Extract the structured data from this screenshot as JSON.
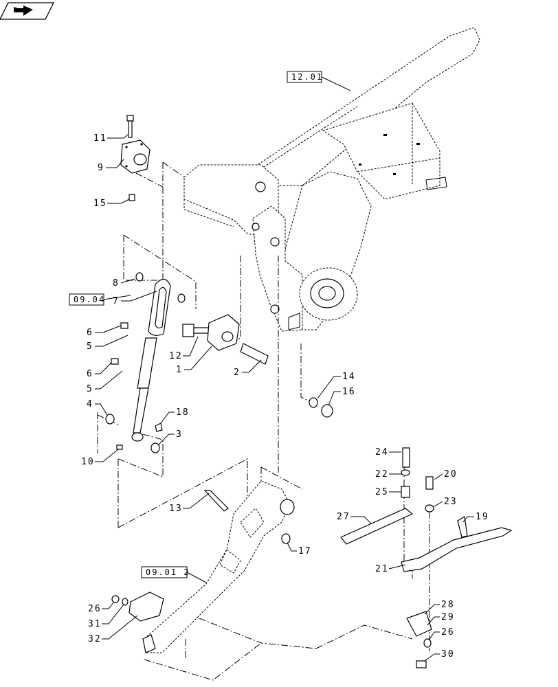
{
  "nav": {
    "icon": "back-arrow-icon"
  },
  "callouts": [
    {
      "id": "c11",
      "text": "11"
    },
    {
      "id": "c9",
      "text": "9"
    },
    {
      "id": "c15",
      "text": "15"
    },
    {
      "id": "c8",
      "text": "8"
    },
    {
      "id": "c7",
      "text": "7"
    },
    {
      "id": "c6a",
      "text": "6"
    },
    {
      "id": "c5a",
      "text": "5"
    },
    {
      "id": "c6b",
      "text": "6"
    },
    {
      "id": "c5b",
      "text": "5"
    },
    {
      "id": "c4",
      "text": "4"
    },
    {
      "id": "c18",
      "text": "18"
    },
    {
      "id": "c3",
      "text": "3"
    },
    {
      "id": "c10",
      "text": "10"
    },
    {
      "id": "c12",
      "text": "12"
    },
    {
      "id": "c1",
      "text": "1"
    },
    {
      "id": "c2",
      "text": "2"
    },
    {
      "id": "c14",
      "text": "14"
    },
    {
      "id": "c16",
      "text": "16"
    },
    {
      "id": "c13",
      "text": "13"
    },
    {
      "id": "c17",
      "text": "17"
    },
    {
      "id": "c24",
      "text": "24"
    },
    {
      "id": "c22",
      "text": "22"
    },
    {
      "id": "c25",
      "text": "25"
    },
    {
      "id": "c20",
      "text": "20"
    },
    {
      "id": "c23",
      "text": "23"
    },
    {
      "id": "c27",
      "text": "27"
    },
    {
      "id": "c19",
      "text": "19"
    },
    {
      "id": "c21",
      "text": "21"
    },
    {
      "id": "c28",
      "text": "28"
    },
    {
      "id": "c29",
      "text": "29"
    },
    {
      "id": "c26a",
      "text": "26"
    },
    {
      "id": "c30",
      "text": "30"
    },
    {
      "id": "c26b",
      "text": "26"
    },
    {
      "id": "c31",
      "text": "31"
    },
    {
      "id": "c32",
      "text": "32"
    }
  ],
  "references": [
    {
      "id": "r1201",
      "text": "12.01"
    },
    {
      "id": "r0904",
      "text": "09.04"
    },
    {
      "id": "r0901",
      "text": "09.01 2"
    }
  ]
}
